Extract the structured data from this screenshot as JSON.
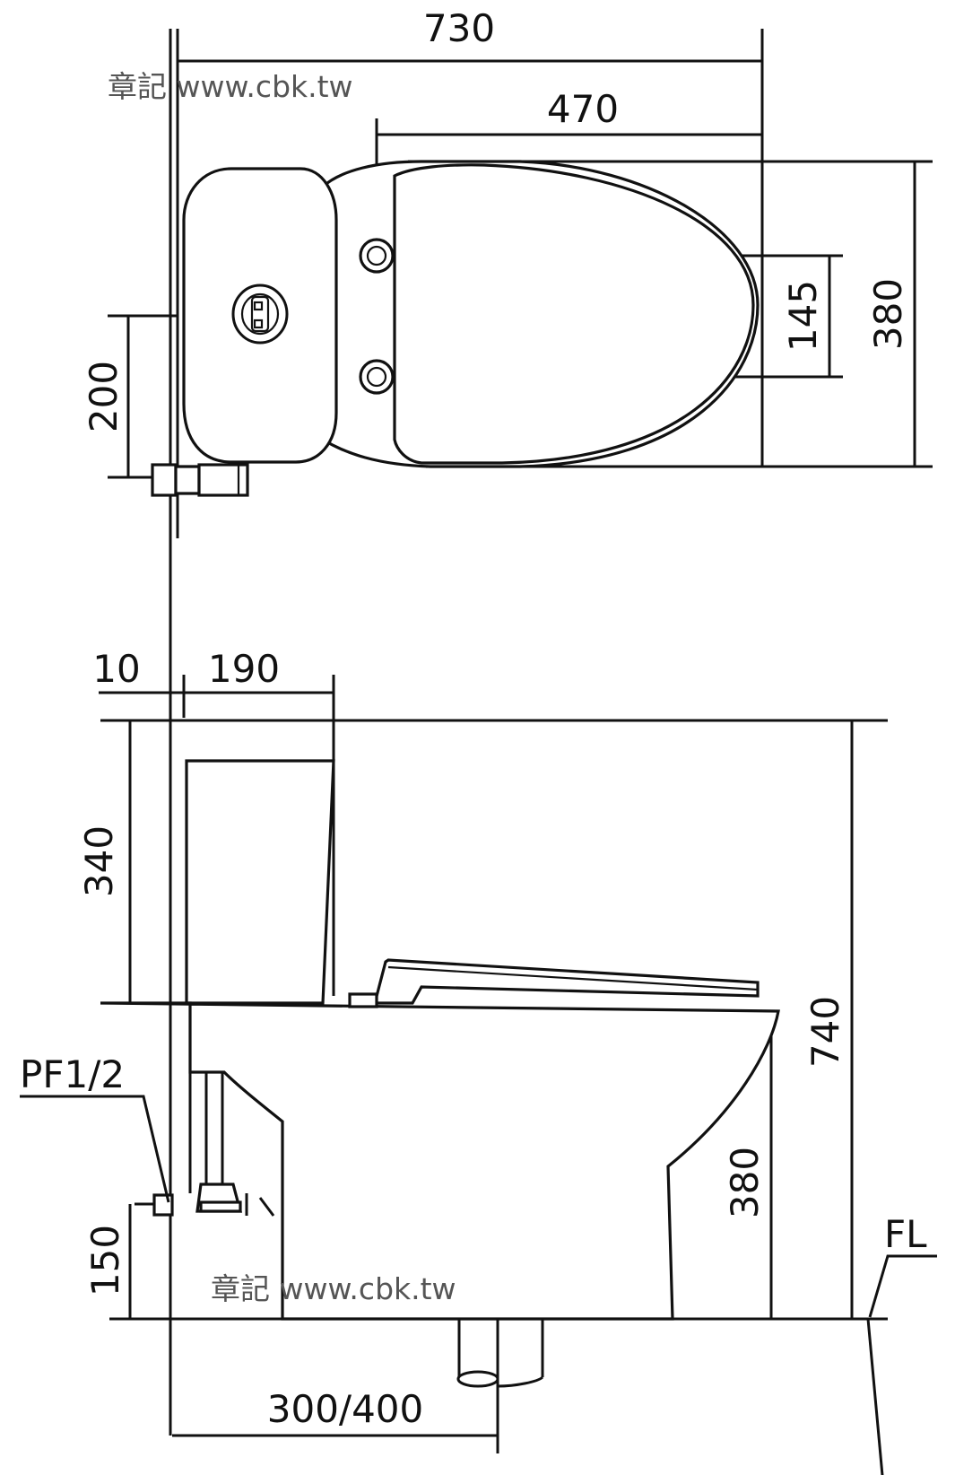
{
  "watermark_top": "章記 www.cbk.tw",
  "watermark_bottom": "章記 www.cbk.tw",
  "top_view": {
    "overall_length": "730",
    "seat_length": "470",
    "seat_width": "380",
    "hinge_spacing": "145",
    "supply_offset": "200"
  },
  "side_view": {
    "wall_gap": "10",
    "tank_depth": "190",
    "tank_height": "340",
    "total_height": "740",
    "seat_height": "380",
    "supply_height": "150",
    "supply_thread": "PF1/2",
    "floor_label": "FL",
    "rough_in": "300/400"
  }
}
